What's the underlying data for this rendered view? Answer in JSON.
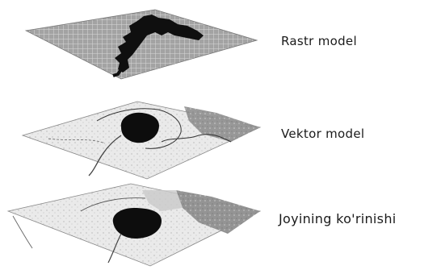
{
  "layers": [
    {
      "id": "raster",
      "label": "Rastr model"
    },
    {
      "id": "vector",
      "label": "Vektor model"
    },
    {
      "id": "combined",
      "label": "Joyining ko'rinishi"
    }
  ],
  "colors": {
    "ink": "#111111",
    "raster_fill": "#9a9a9a",
    "vector_fill": "#f2f2f2",
    "combined_fill": "#e6e6e6",
    "shade": "#8c8c8c",
    "lake": "#0d0d0d"
  }
}
